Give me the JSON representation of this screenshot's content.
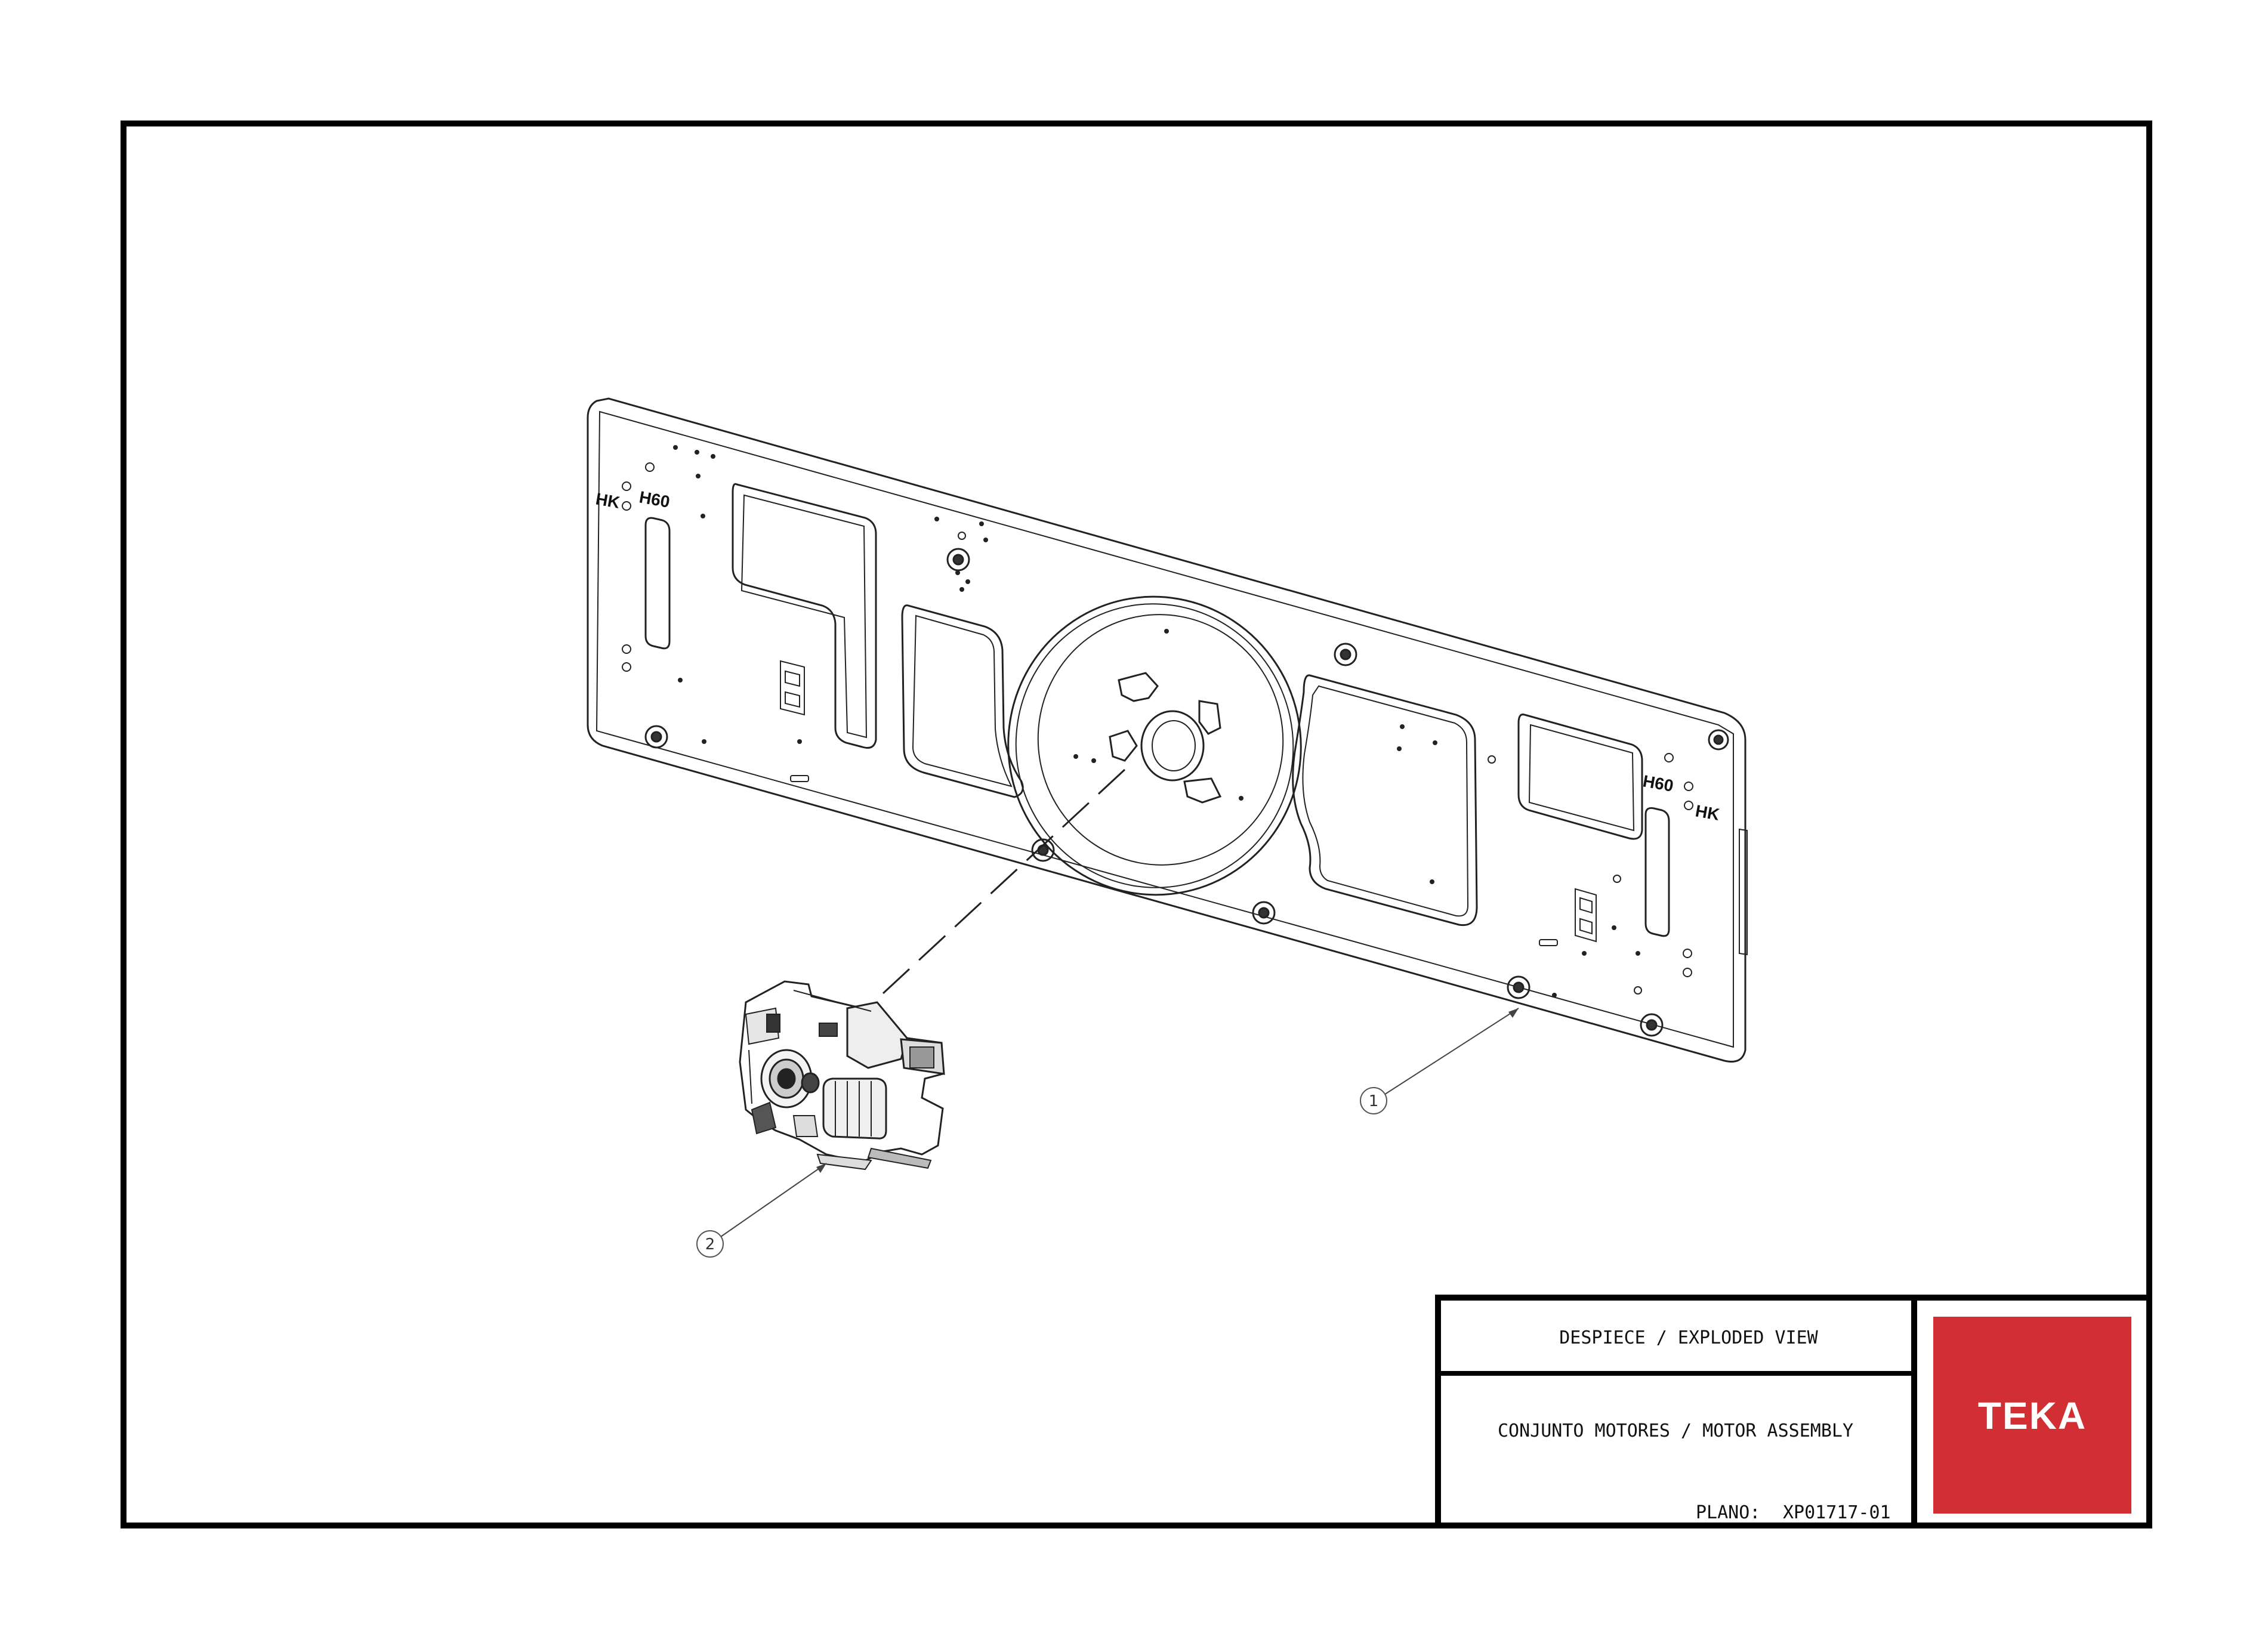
{
  "title_block": {
    "view_label": "DESPIECE / EXPLODED VIEW",
    "assembly_label": "CONJUNTO MOTORES / MOTOR ASSEMBLY",
    "plan_label": "PLANO:",
    "plan_number": "XP01717-01"
  },
  "brand": {
    "name": "TEKA",
    "color": "#d12f34"
  },
  "parts": [
    {
      "number": "1"
    },
    {
      "number": "2"
    }
  ],
  "plate_marks": {
    "left_h60": "H60",
    "left_hk": "HK",
    "right_h60": "H60",
    "right_hk": "HK"
  }
}
